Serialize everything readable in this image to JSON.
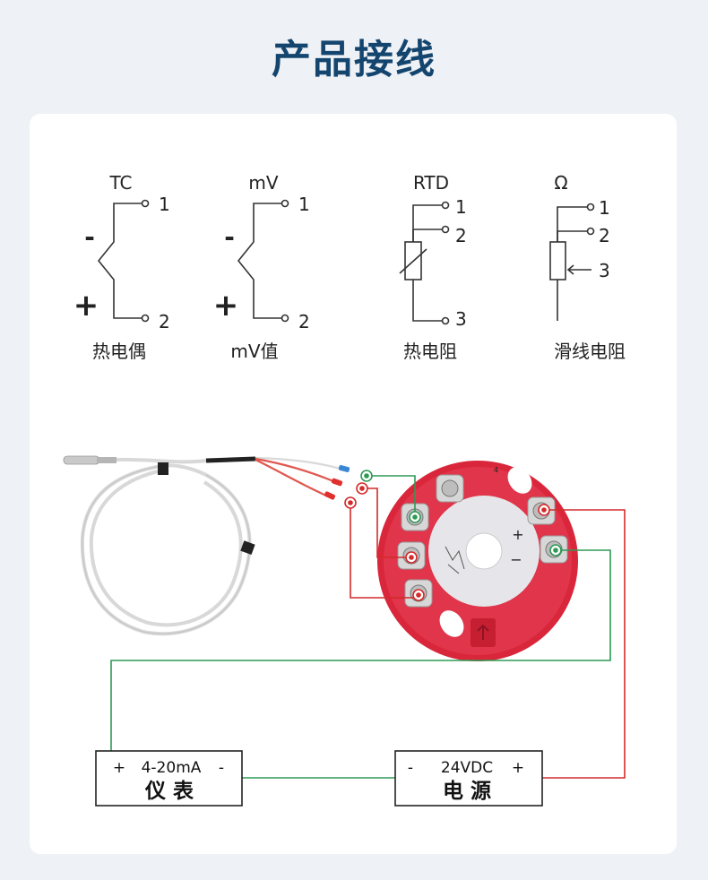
{
  "title": "产品接线",
  "symbols": {
    "tc": {
      "top": "TC",
      "t1": "1",
      "t2": "2",
      "minus": "-",
      "plus": "+",
      "caption": "热电偶"
    },
    "mv": {
      "top": "mV",
      "t1": "1",
      "t2": "2",
      "minus": "-",
      "plus": "+",
      "caption": "mV值"
    },
    "rtd": {
      "top": "RTD",
      "t1": "1",
      "t2": "2",
      "t3": "3",
      "caption": "热电阻"
    },
    "ohm": {
      "top": "Ω",
      "t1": "1",
      "t2": "2",
      "t3": "3",
      "caption": "滑线电阻"
    }
  },
  "module_marks": {
    "t4": "4",
    "plus": "+",
    "minus": "−"
  },
  "meter_box": {
    "plus": "+",
    "label": "4-20mA",
    "minus": "-",
    "name": "仪 表"
  },
  "power_box": {
    "minus": "-",
    "label": "24VDC",
    "plus": "+",
    "name": "电 源"
  },
  "colors": {
    "title": "#14456f",
    "green_wire": "#2e9a55",
    "red_wire": "#d42a2a",
    "module": "#d9263b"
  }
}
